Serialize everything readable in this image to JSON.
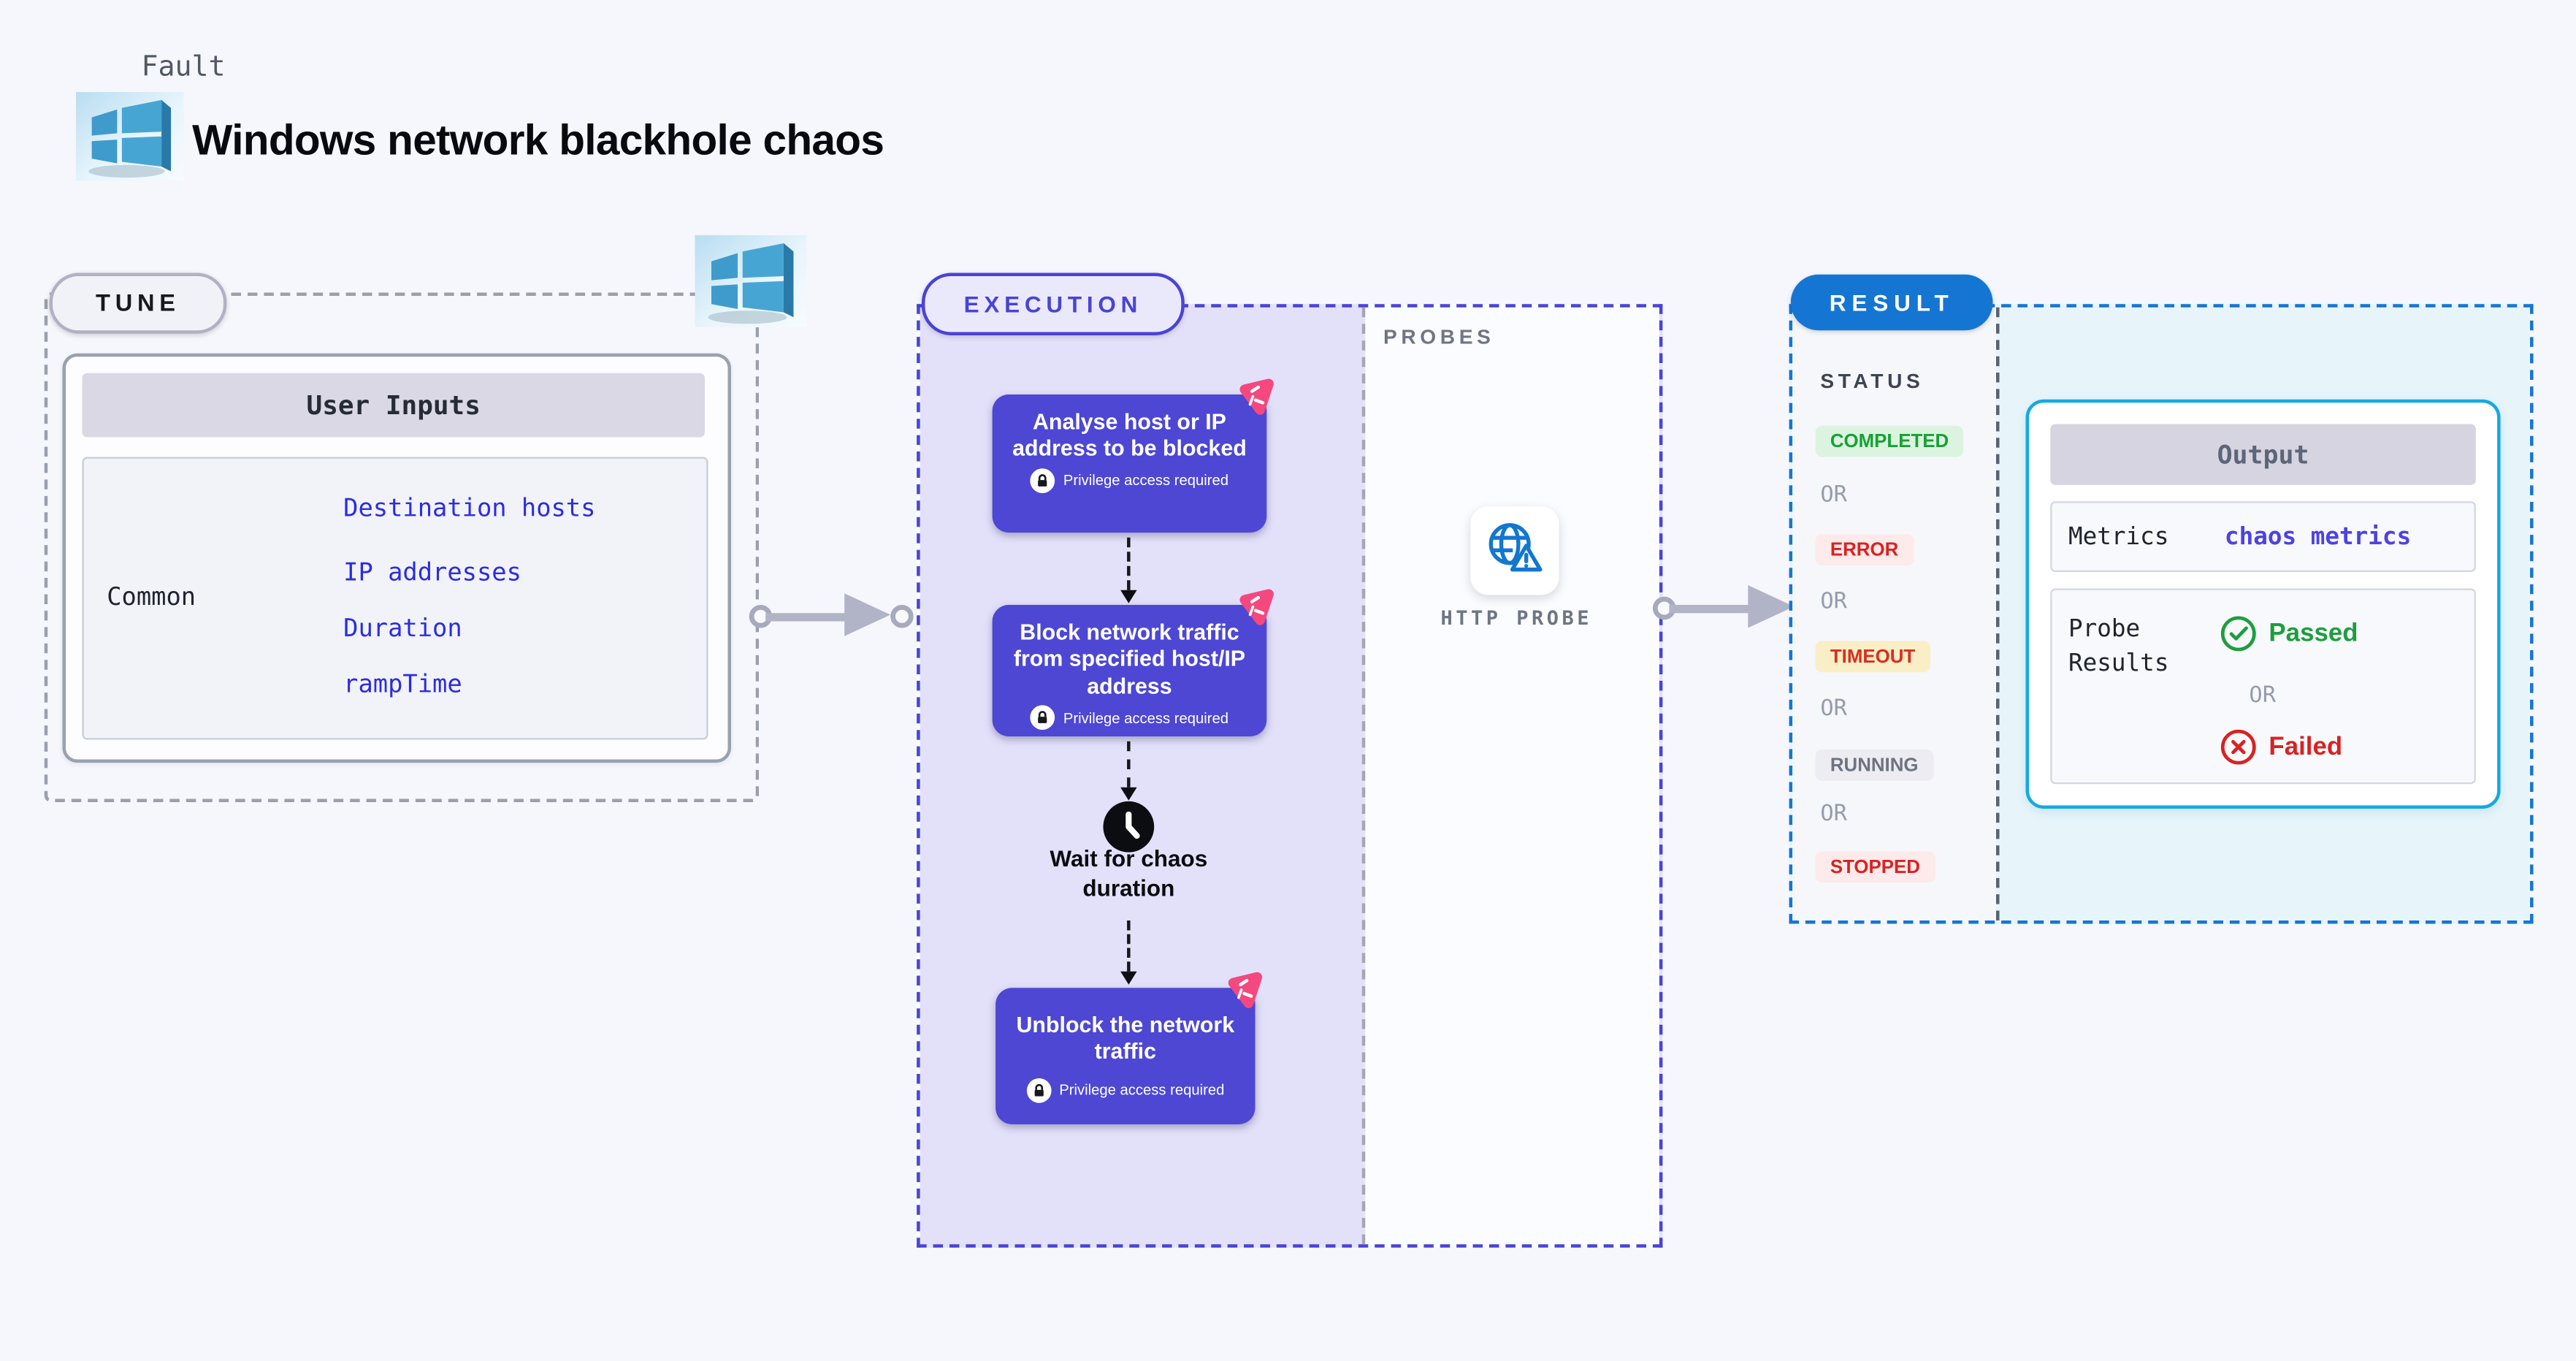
{
  "header": {
    "kicker": "Fault",
    "title": "Windows network blackhole chaos"
  },
  "tune": {
    "badge_label": "TUNE",
    "table_header": "User Inputs",
    "row_label": "Common",
    "inputs": [
      "Destination hosts",
      "IP addresses",
      "Duration",
      "rampTime"
    ]
  },
  "execution": {
    "badge_label": "EXECUTION",
    "steps": [
      {
        "label": "Analyse host or IP address to be blocked",
        "privilege": "Privilege access required"
      },
      {
        "label": "Block network traffic from specified host/IP address",
        "privilege": "Privilege access required"
      },
      {
        "label": "Wait for chaos duration"
      },
      {
        "label": "Unblock the network traffic",
        "privilege": "Privilege access required"
      }
    ]
  },
  "probes": {
    "section_label": "PROBES",
    "probe_label": "HTTP PROBE"
  },
  "result": {
    "badge_label": "RESULT",
    "status_label": "STATUS",
    "or_label": "OR",
    "statuses": [
      {
        "label": "COMPLETED",
        "fg": "#16a134",
        "bg": "#dcf3e0"
      },
      {
        "label": "ERROR",
        "fg": "#d92222",
        "bg": "#fdeaea"
      },
      {
        "label": "TIMEOUT",
        "fg": "#d92d20",
        "bg": "#faeec6"
      },
      {
        "label": "RUNNING",
        "fg": "#6f7380",
        "bg": "#ececf2"
      },
      {
        "label": "STOPPED",
        "fg": "#d92222",
        "bg": "#fdeaea"
      }
    ],
    "output": {
      "title": "Output",
      "metrics_label": "Metrics",
      "metrics_value": "chaos metrics",
      "probe_results_label": "Probe Results",
      "passed_label": "Passed",
      "failed_label": "Failed"
    }
  },
  "icons": {
    "windows-logo": "3d-windows-flag",
    "litmus-logo": "pink-rounded-triangle",
    "lock": "padlock-in-white-circle",
    "clock": "black-clock",
    "http-probe": "globe-with-warning-triangle",
    "passed": "check-circle",
    "failed": "x-circle"
  },
  "colors": {
    "background": "#f5f7fc",
    "indigo_step": "#4d47d4",
    "execution_fill": "#e3e1f9",
    "execution_border": "#4a43d6",
    "tune_border": "#9aa0ab",
    "result_blue": "#1476d2",
    "output_border": "#14a9e2",
    "link_blue": "#2c2ce2",
    "metrics_link": "#4e42e2",
    "passed_green": "#1d9e3e",
    "failed_red": "#d92222",
    "litmus_pink": "#f4487f",
    "probe_icon_blue": "#1277cf"
  }
}
